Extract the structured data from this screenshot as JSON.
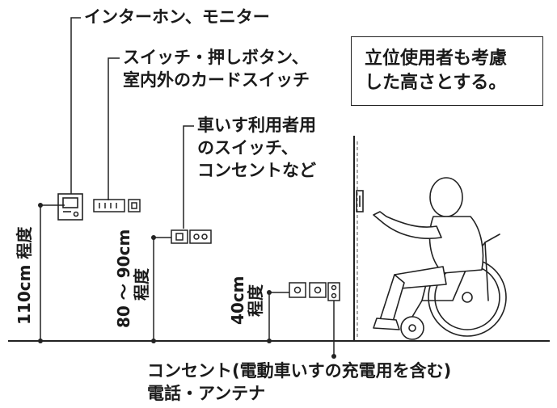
{
  "labels": {
    "intercom": "インターホン、モニター",
    "switches_line1": "スイッチ・押しボタン、",
    "switches_line2": "室内外のカードスイッチ",
    "wheelchair_line1": "車いす利用者用",
    "wheelchair_line2": "のスイッチ、",
    "wheelchair_line3": "コンセントなど",
    "outlet_line1": "コンセント(電動車いすの充電用を含む)",
    "outlet_line2": "電話・アンテナ"
  },
  "note": {
    "line1": "立位使用者も考慮",
    "line2": "した高さとする。"
  },
  "heights": {
    "h110": "110cm 程度",
    "h80_90_a": "80 ～ 90cm",
    "h80_90_b": "程度",
    "h40_a": "40cm",
    "h40_b": "程度"
  },
  "icons": [
    "intercom-icon",
    "switch-panel-icon",
    "outlet-icon",
    "wheelchair-user-icon"
  ],
  "colors": {
    "ink": "#1a1a1a",
    "background": "#ffffff"
  }
}
